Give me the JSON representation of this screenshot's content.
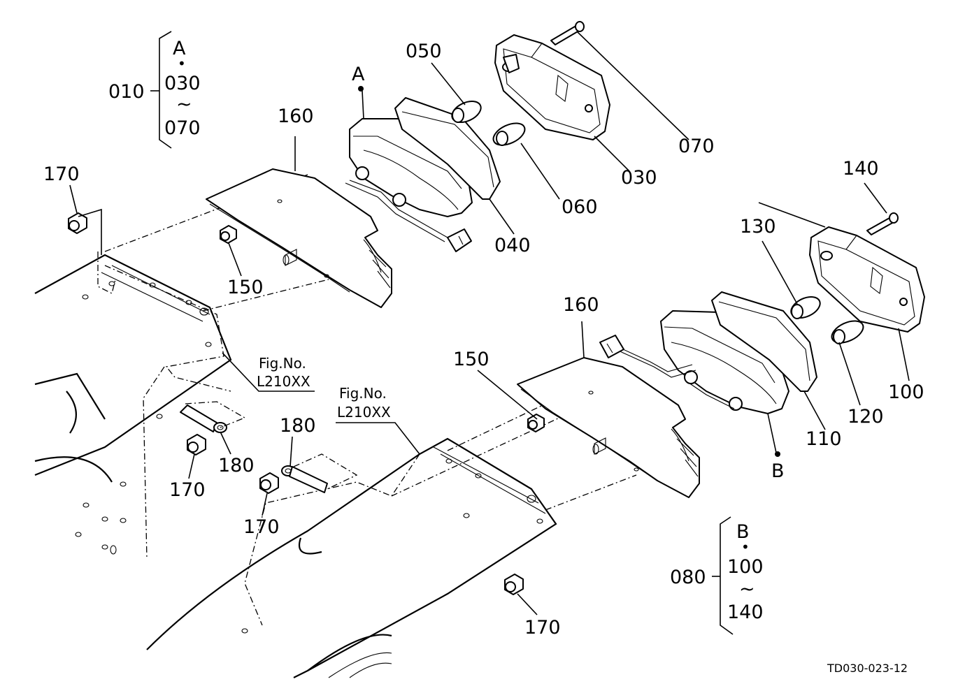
{
  "labels": {
    "p010": "010",
    "p030": "030",
    "p040": "040",
    "p050": "050",
    "p060": "060",
    "p070": "070",
    "p080": "080",
    "p100": "100",
    "p110": "110",
    "p120": "120",
    "p130": "130",
    "p140": "140",
    "p150_top": "150",
    "p150_mid": "150",
    "p160_top": "160",
    "p160_mid": "160",
    "p170_tl": "170",
    "p170_ml": "170",
    "p170_mc": "170",
    "p170_bot": "170",
    "p180_l": "180",
    "p180_c": "180"
  },
  "group_a": {
    "marker": "A",
    "dot": "•",
    "start": "030",
    "tilde": "~",
    "end": "070",
    "point": "A"
  },
  "group_b": {
    "marker": "B",
    "dot": "•",
    "start": "100",
    "tilde": "~",
    "end": "140",
    "point": "B"
  },
  "fig_refs": {
    "ref1_title": "Fig.No.",
    "ref1_code": "L210XX",
    "ref2_title": "Fig.No.",
    "ref2_code": "L210XX"
  },
  "drawing_code": "TD030-023-12"
}
